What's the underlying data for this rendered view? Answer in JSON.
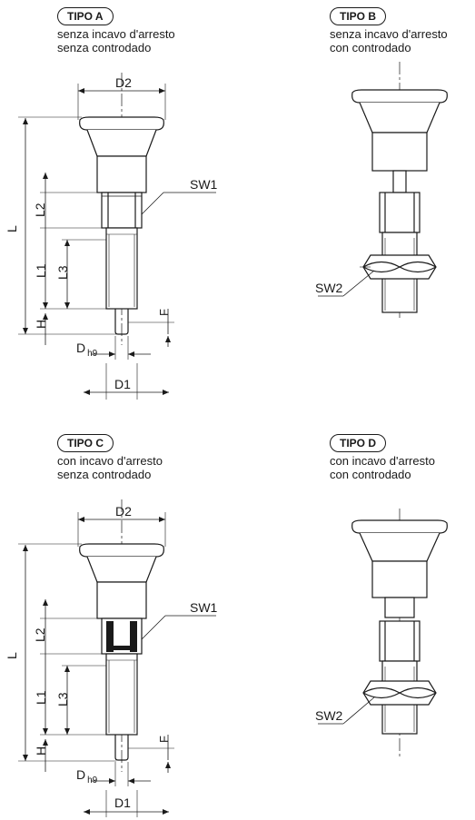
{
  "types": {
    "a": {
      "badge": "TIPO A",
      "line1": "senza incavo d'arresto",
      "line2": "senza controdado"
    },
    "b": {
      "badge": "TIPO B",
      "line1": "senza incavo d'arresto",
      "line2": "con controdado"
    },
    "c": {
      "badge": "TIPO C",
      "line1": "con incavo d'arresto",
      "line2": "senza controdado"
    },
    "d": {
      "badge": "TIPO D",
      "line1": "con incavo d'arresto",
      "line2": "con controdado"
    }
  },
  "dims": {
    "D2": "D2",
    "SW1": "SW1",
    "SW2": "SW2",
    "L": "L",
    "L1": "L1",
    "L2": "L2",
    "L3": "L3",
    "H": "H",
    "F": "F",
    "D": "D",
    "h9": "h9",
    "D1": "D1"
  }
}
